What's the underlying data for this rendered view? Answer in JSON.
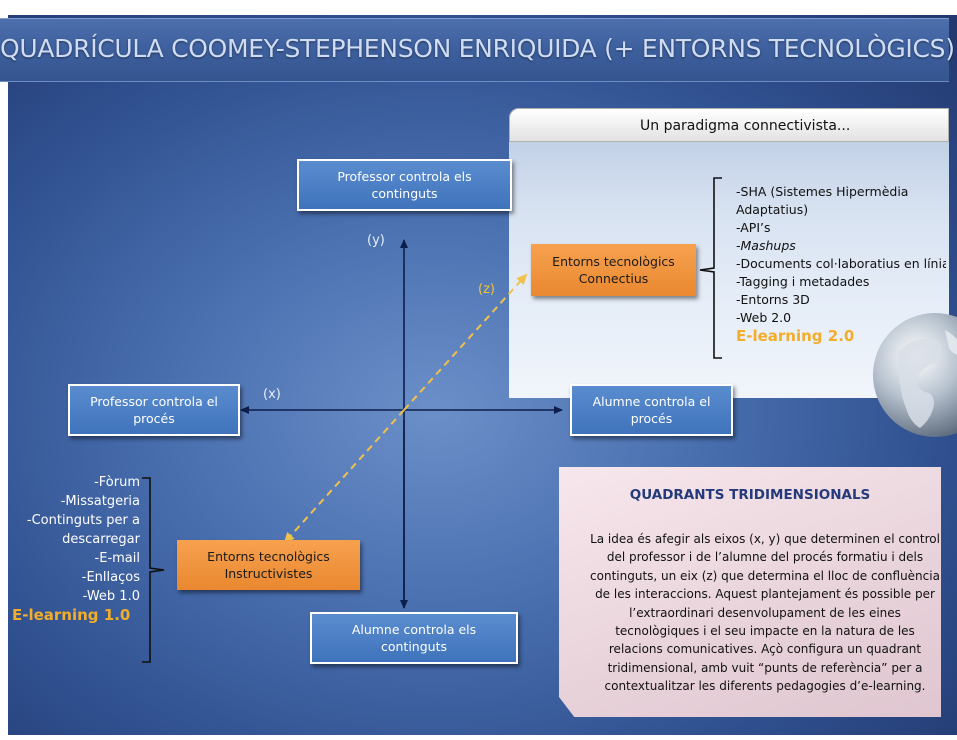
{
  "title": "QUADRÍCULA COOMEY-STEPHENSON ENRIQUIDA (+ ENTORNS TECNOLÒGICS)",
  "connect_header": "Un paradigma connectivista...",
  "boxes": {
    "top": "Professor controla els continguts",
    "left": "Professor controla el procés",
    "right": "Alumne controla el procés",
    "bottom": "Alumne controla els continguts",
    "connectius": "Entorns tecnològics Connectius",
    "instructivistes": "Entorns tecnològics Instructivistes"
  },
  "axis_labels": {
    "y": "(y)",
    "x": "(x)",
    "z": "(z)"
  },
  "connectius_list": [
    "-SHA (Sistemes Hipermèdia",
    "Adaptatius)",
    "-API’s",
    "-Mashups",
    "-Documents col·laboratius  en línia",
    "-Tagging i metadades",
    "-Entorns 3D",
    "-Web 2.0"
  ],
  "connectius_level": "E-learning 2.0",
  "instructius_list": [
    "-Fòrum",
    "-Missatgeria",
    "-Continguts per a",
    "descarregar",
    "-E-mail",
    "-Enllaços",
    "-Web 1.0"
  ],
  "instructius_level": "E-learning 1.0",
  "quadrants": {
    "title": "QUADRANTS TRIDIMENSIONALS",
    "text": "La idea és afegir als eixos (x, y) que determinen el control del professor i de l’alumne del procés formatiu i dels continguts, un eix (z) que determina el lloc de confluència de les interaccions. Aquest plantejament és possible per l’extraordinari desenvolupament de les eines tecnològiques i el seu impacte en la natura de les relacions comunicatives. Açò configura un quadrant tridimensional, amb vuit “punts de referència” per a contextualitzar les diferents pedagogies d’e-learning."
  },
  "colors": {
    "accent_orange": "#f39a42",
    "box_blue": "#4a7dc4",
    "elearning_gold": "#f2ad2a",
    "quad_title": "#243a7a"
  },
  "icons": [
    "globe-icon"
  ]
}
